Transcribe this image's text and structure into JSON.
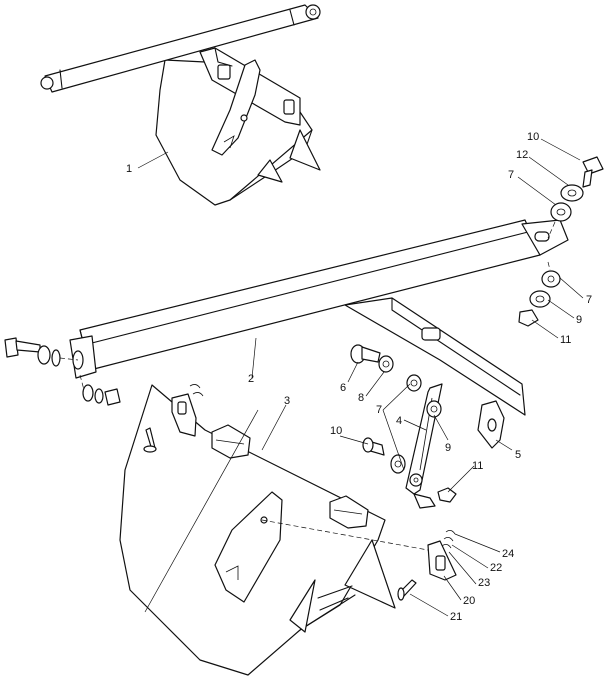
{
  "callouts": [
    {
      "id": "c1a",
      "text": "1"
    },
    {
      "id": "c10a",
      "text": "10"
    },
    {
      "id": "c12",
      "text": "12"
    },
    {
      "id": "c7a",
      "text": "7"
    },
    {
      "id": "c7b",
      "text": "7"
    },
    {
      "id": "c9a",
      "text": "9"
    },
    {
      "id": "c11a",
      "text": "11"
    },
    {
      "id": "c2",
      "text": "2"
    },
    {
      "id": "c6",
      "text": "6"
    },
    {
      "id": "c8",
      "text": "8"
    },
    {
      "id": "c3",
      "text": "3"
    },
    {
      "id": "c7c",
      "text": "7"
    },
    {
      "id": "c4",
      "text": "4"
    },
    {
      "id": "c10b",
      "text": "10"
    },
    {
      "id": "c9b",
      "text": "9"
    },
    {
      "id": "c5",
      "text": "5"
    },
    {
      "id": "c11b",
      "text": "11"
    },
    {
      "id": "c24",
      "text": "24"
    },
    {
      "id": "c22",
      "text": "22"
    },
    {
      "id": "c23",
      "text": "23"
    },
    {
      "id": "c20",
      "text": "20"
    },
    {
      "id": "c21",
      "text": "21"
    }
  ]
}
